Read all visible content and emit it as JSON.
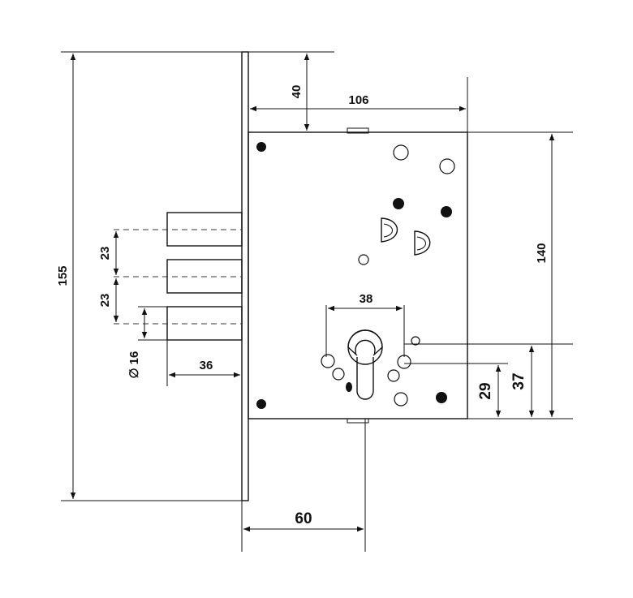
{
  "dimensions": {
    "d155": "155",
    "d40": "40",
    "d106": "106",
    "d140": "140",
    "d23a": "23",
    "d23b": "23",
    "d16": "16",
    "d36": "36",
    "d38": "38",
    "d29": "29",
    "d37": "37",
    "d60": "60"
  },
  "symbols": {
    "diameter": "∅"
  },
  "colors": {
    "line": "#111111",
    "background": "#ffffff"
  }
}
